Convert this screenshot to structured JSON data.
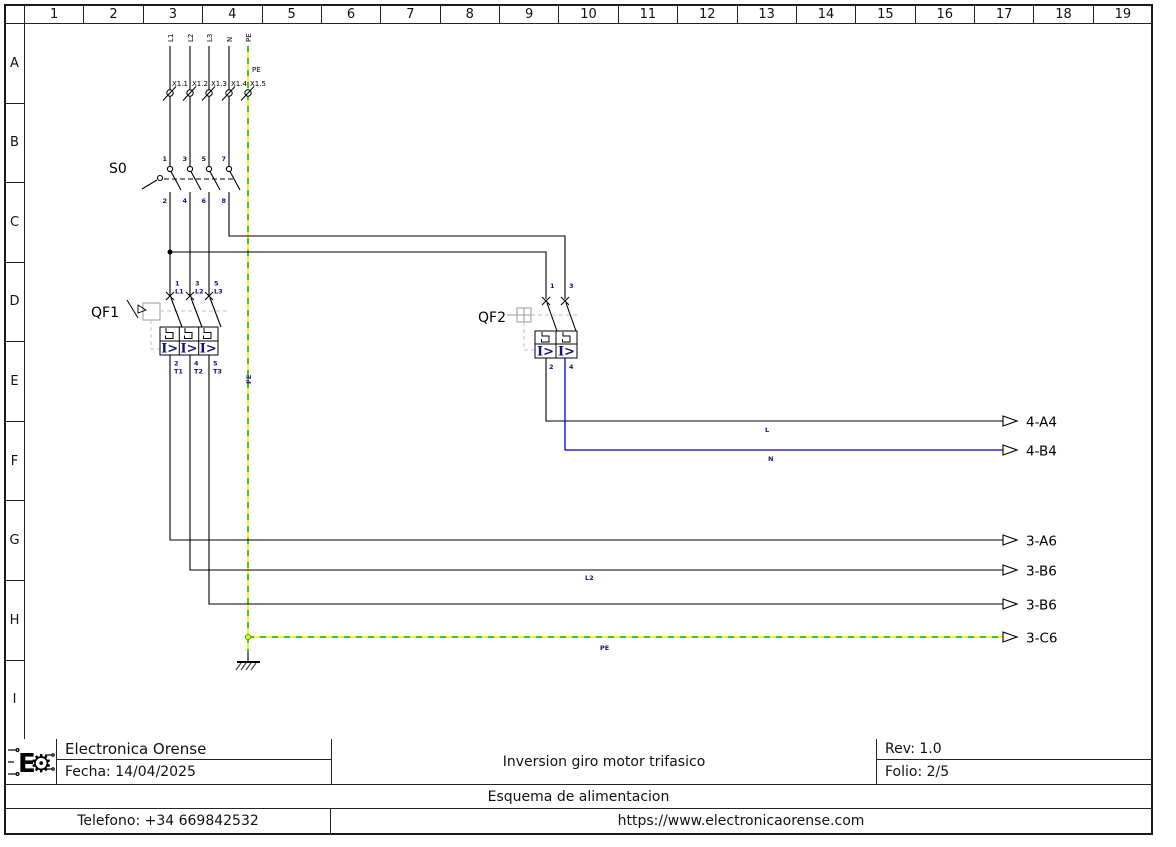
{
  "frame": {
    "columns": [
      "1",
      "2",
      "3",
      "4",
      "5",
      "6",
      "7",
      "8",
      "9",
      "10",
      "11",
      "12",
      "13",
      "14",
      "15",
      "16",
      "17",
      "18",
      "19"
    ],
    "rows": [
      "A",
      "B",
      "C",
      "D",
      "E",
      "F",
      "G",
      "H",
      "I"
    ]
  },
  "feeders": {
    "labels": [
      "L1",
      "L2",
      "L3",
      "N",
      "PE"
    ],
    "pe_top_label": "PE"
  },
  "terminal_strip": {
    "labels": [
      "X1.1",
      "X1.2",
      "X1.3",
      "X1.4",
      "X1.5"
    ]
  },
  "s0": {
    "ref": "S0",
    "top_pins": [
      "1",
      "3",
      "5",
      "7"
    ],
    "bottom_pins": [
      "2",
      "4",
      "6",
      "8"
    ]
  },
  "qf1": {
    "ref": "QF1",
    "top_pins": [
      "1",
      "3",
      "5"
    ],
    "top_names": [
      "L1",
      "L2",
      "L3"
    ],
    "bottom_pins": [
      "2",
      "4",
      "5"
    ],
    "bottom_names": [
      "T1",
      "T2",
      "T3"
    ],
    "trip": "I>"
  },
  "qf2": {
    "ref": "QF2",
    "top_pins": [
      "1",
      "3"
    ],
    "bottom_pins": [
      "2",
      "4"
    ],
    "trip": "I>"
  },
  "wire_labels": {
    "phase": "L",
    "neutral": "N",
    "l2": "L2",
    "pe": "PE",
    "pe_vertical": "PE"
  },
  "offpage_refs": [
    "4-A4",
    "4-B4",
    "3-A6",
    "3-B6",
    "3-B6",
    "3-C6"
  ],
  "title_block": {
    "company": "Electronica Orense",
    "date": "Fecha: 14/04/2025",
    "drawing_title": "Inversion giro motor trifasico",
    "revision": "Rev: 1.0",
    "folio": "Folio: 2/5",
    "subtitle": "Esquema de alimentacion",
    "phone": "Telefono: +34 669842532",
    "website": "https://www.electronicaorense.com"
  },
  "logo": {
    "letter": "E",
    "gear": "⚙"
  },
  "colors": {
    "pe_yellow": "#f2f200",
    "pe_green": "#2eb82e",
    "neutral_blue": "#0000cc",
    "pin_navy": "#14147e",
    "frame_black": "#1a1a1a"
  }
}
